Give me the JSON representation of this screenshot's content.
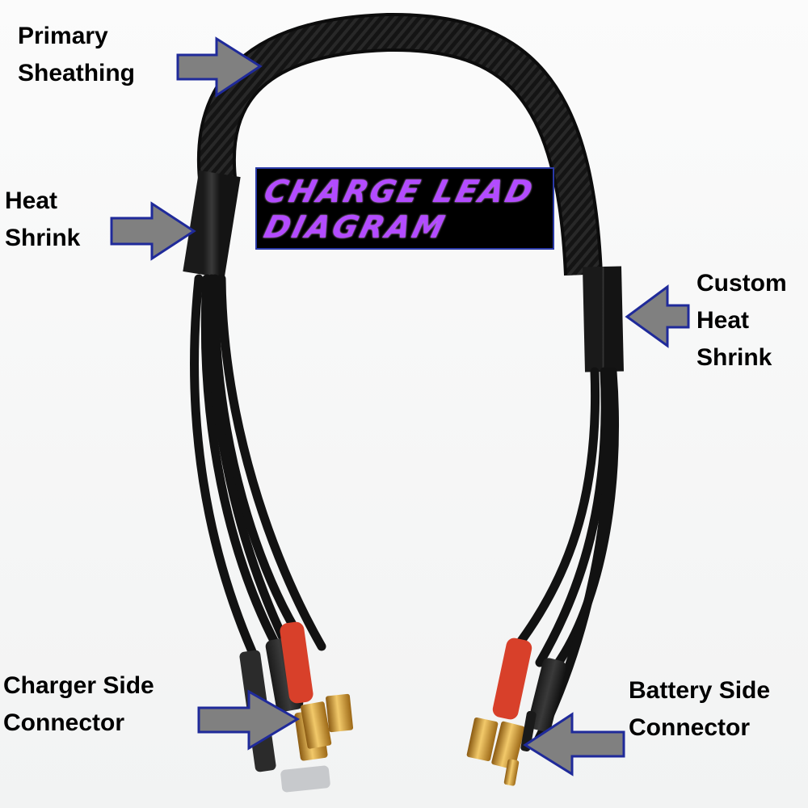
{
  "title": {
    "line1": "CHARGE LEAD",
    "line2": "DIAGRAM"
  },
  "labels": {
    "primary_sheathing": [
      "Primary",
      "Sheathing"
    ],
    "heat_shrink": [
      "Heat",
      "Shrink"
    ],
    "custom_heat_shrink": [
      "Custom",
      "Heat",
      "Shrink"
    ],
    "charger_side_connector": [
      "Charger Side",
      "Connector"
    ],
    "battery_side_connector": [
      "Battery Side",
      "Connector"
    ]
  },
  "colors": {
    "background": "#f4f5f5",
    "arrow_fill": "#808080",
    "arrow_stroke": "#1f2a9a",
    "title_text": "#b34bff",
    "title_bg": "#000000",
    "cable": "#111111",
    "heat_shrink_red": "#d8402a",
    "gold": "#d9a441"
  }
}
